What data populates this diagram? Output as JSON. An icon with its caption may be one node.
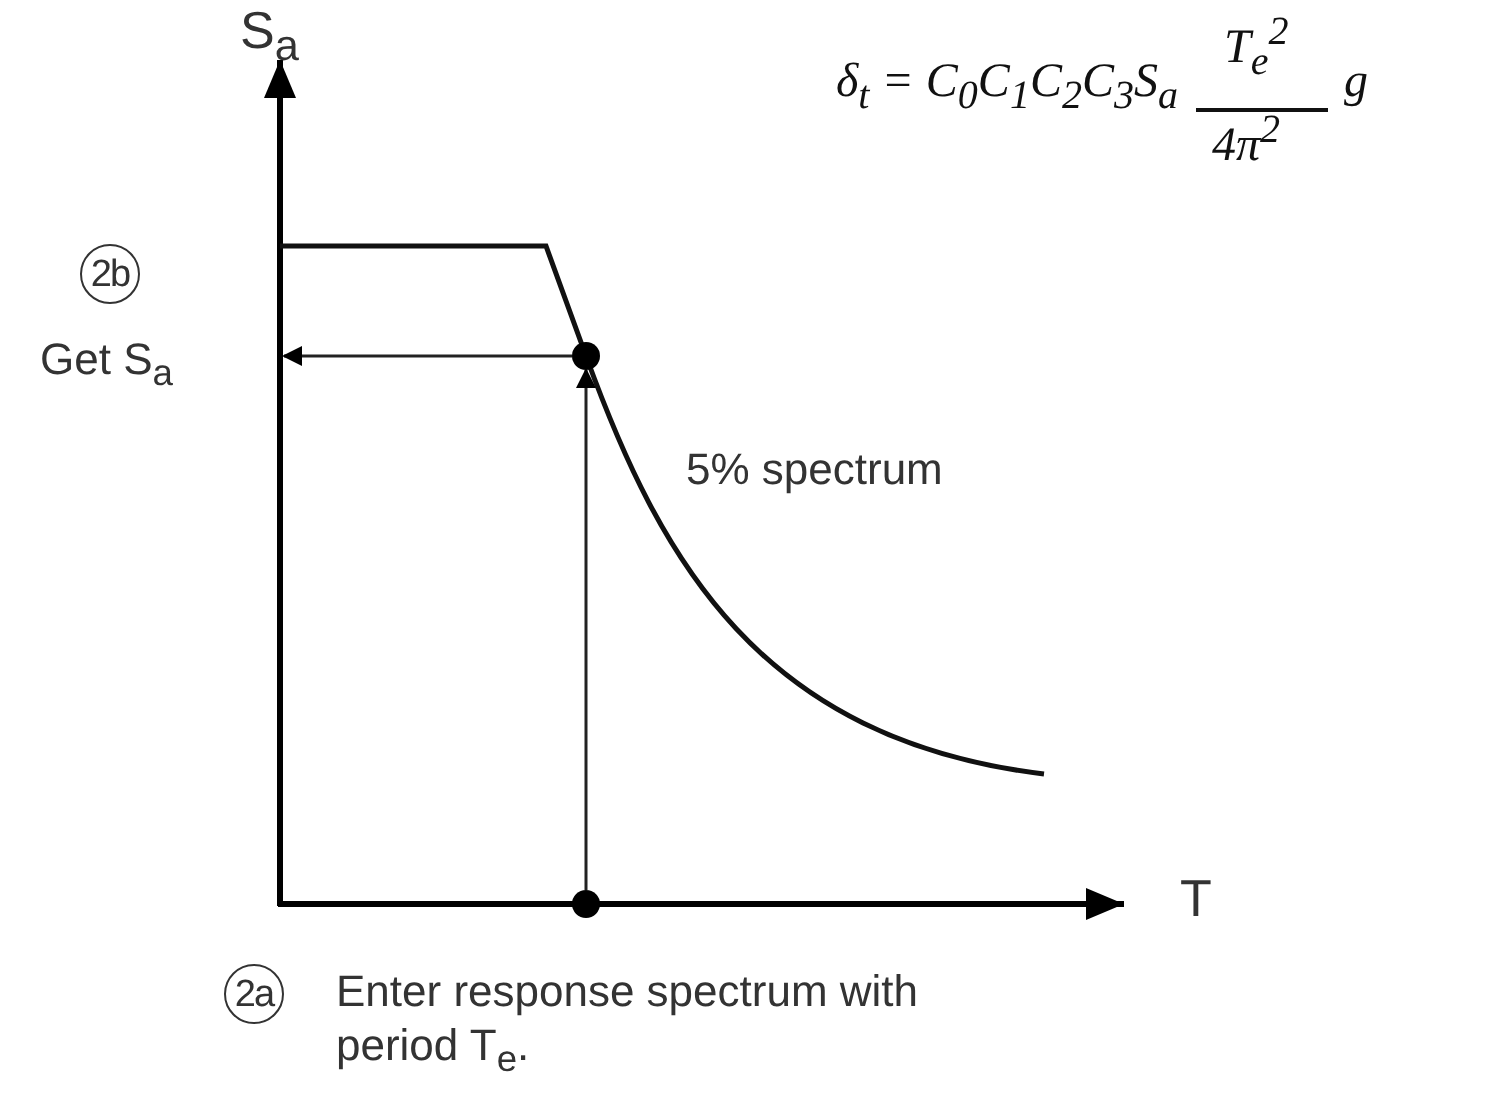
{
  "diagram": {
    "nodes": [
      {
        "text": [
          "2b"
        ],
        "beside": [
          "Get S$_{a}$"
        ]
      },
      {
        "text": [
          "2a"
        ],
        "beside": [
          "Enter response spectrum with period T$_{e}$."
        ]
      },
      {
        "text": [],
        "shape": "circle"
      },
      {
        "text": [],
        "shape": "circle"
      }
    ],
    "edges": [
      {
        "from": 3,
        "to": 2,
        "arrow": "to"
      },
      {
        "from": 2,
        "to": null,
        "arrow": "to"
      }
    ],
    "labels": [
      "S$_{a}$",
      "δ$_{t}$ = C$_{0}$C$_{1}$C$_{2}$C$_{3}$S$_{a}$",
      "T$_{e}$$^{2}$",
      "4π$^{2}$",
      "g",
      "5% spectrum",
      "T"
    ]
  }
}
